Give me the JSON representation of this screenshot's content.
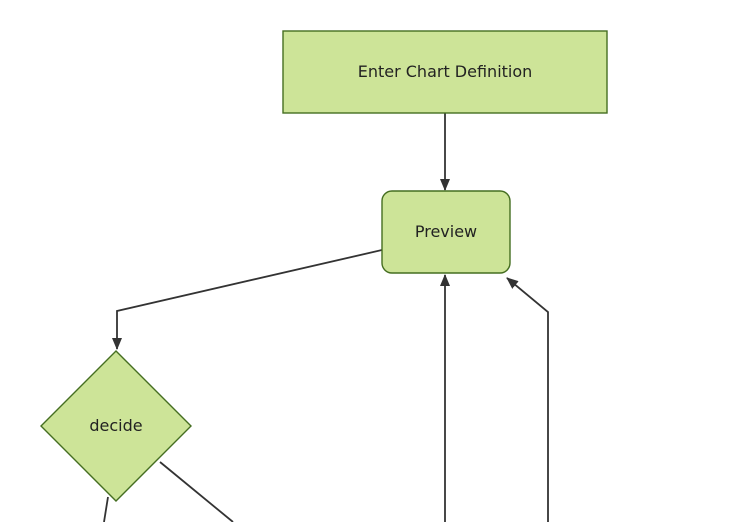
{
  "diagram_type": "flowchart",
  "colors": {
    "background": "#ffffff",
    "node_fill": "#cde498",
    "node_stroke": "#456e21",
    "edge_line": "#333333",
    "label_text": "#222222"
  },
  "nodes": [
    {
      "id": "enter-chart-definition",
      "label": "Enter Chart Definition",
      "shape": "rectangle"
    },
    {
      "id": "preview",
      "label": "Preview",
      "shape": "rounded-rectangle"
    },
    {
      "id": "decide",
      "label": "decide",
      "shape": "diamond"
    }
  ],
  "edges": [
    {
      "from": "enter-chart-definition",
      "to": "preview",
      "arrowhead": true
    },
    {
      "from": "preview",
      "to": "decide",
      "arrowhead": true
    },
    {
      "from": "offscreen-bottom-center",
      "to": "preview",
      "arrowhead": true
    },
    {
      "from": "offscreen-bottom-right",
      "to": "preview",
      "arrowhead": true
    },
    {
      "from": "decide",
      "to": "offscreen-bottom-left",
      "arrowhead": false
    },
    {
      "from": "decide",
      "to": "offscreen-bottom-right",
      "arrowhead": false
    }
  ]
}
